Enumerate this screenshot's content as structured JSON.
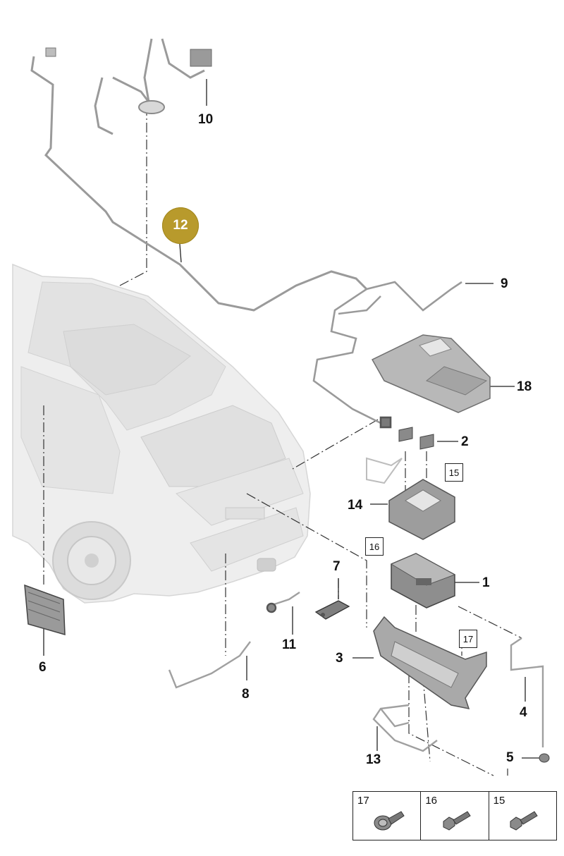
{
  "diagram": {
    "highlighted_callout": "12",
    "callouts": [
      "1",
      "2",
      "3",
      "4",
      "5",
      "6",
      "7",
      "8",
      "9",
      "10",
      "11",
      "13",
      "14",
      "18"
    ],
    "boxed_refs": [
      "15",
      "16",
      "17"
    ],
    "legend": [
      {
        "label": "17",
        "icon": "flange-bolt-icon"
      },
      {
        "label": "16",
        "icon": "hex-bolt-icon"
      },
      {
        "label": "15",
        "icon": "hex-bolt-icon"
      }
    ],
    "colors": {
      "highlight": "#b89a2c",
      "car_fill": "#e9e9e9",
      "part_fill": "#d9d9d9",
      "line": "#333333"
    }
  }
}
